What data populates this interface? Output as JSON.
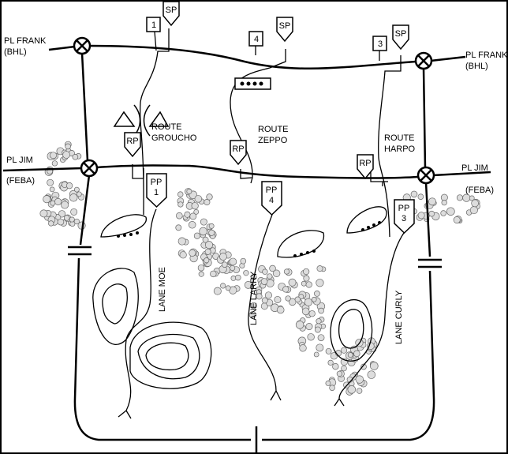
{
  "phase_lines": {
    "frank_left": [
      "PL FRANK",
      "(BHL)"
    ],
    "frank_right": [
      "PL FRANK",
      "(BHL)"
    ],
    "jim_left": [
      "PL JIM",
      "(FEBA)"
    ],
    "jim_right": [
      "PL JIM",
      "(FEBA)"
    ]
  },
  "routes": {
    "groucho": [
      "ROUTE",
      "GROUCHO"
    ],
    "zeppo": [
      "ROUTE",
      "ZEPPO"
    ],
    "harpo": [
      "ROUTE",
      "HARPO"
    ]
  },
  "lanes": {
    "moe": "LANE MOE",
    "larry": "LANE LARRY",
    "curly": "LANE CURLY"
  },
  "points": {
    "sp": "SP",
    "rp": "RP",
    "pp1": [
      "PP",
      "1"
    ],
    "pp4": [
      "PP",
      "4"
    ],
    "pp3": [
      "PP",
      "3"
    ]
  },
  "unit_numbers": {
    "u1": "1",
    "u4": "4",
    "u3": "3"
  }
}
